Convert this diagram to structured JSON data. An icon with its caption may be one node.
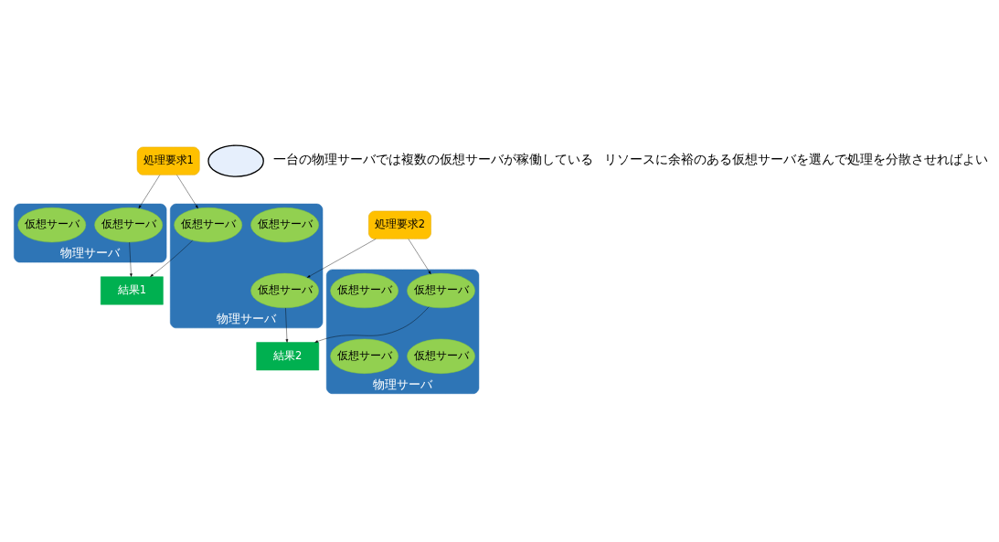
{
  "diagram": {
    "nodes": [
      {
        "text": [
          "処理要求1"
        ]
      },
      {
        "text": [
          "処理要求2"
        ]
      },
      {
        "text": [
          "物理サーバ"
        ]
      },
      {
        "text": [
          "仮想サーバ"
        ],
        "in": 2
      },
      {
        "text": [
          "仮想サーバ"
        ],
        "in": 2
      },
      {
        "text": [
          "物理サーバ"
        ]
      },
      {
        "text": [
          "仮想サーバ"
        ],
        "in": 5
      },
      {
        "text": [
          "仮想サーバ"
        ],
        "in": 5
      },
      {
        "text": [
          "仮想サーバ"
        ],
        "in": 5
      },
      {
        "text": [
          "仮想サーバ"
        ],
        "in": 5
      },
      {
        "text": [
          "物理サーバ"
        ]
      },
      {
        "text": [
          "仮想サーバ"
        ],
        "in": 10
      },
      {
        "text": [
          "仮想サーバ"
        ],
        "in": 10
      },
      {
        "text": [
          "仮想サーバ"
        ],
        "in": 10
      },
      {
        "text": [
          "結果1"
        ]
      },
      {
        "text": [
          "結果2"
        ]
      },
      {
        "text": [],
        "shape": "cloud"
      }
    ],
    "edges": [
      {
        "from": 0,
        "to": 3,
        "arrow": "to"
      },
      {
        "from": 0,
        "to": 12,
        "arrow": "to"
      },
      {
        "from": 1,
        "to": 6,
        "arrow": "to"
      },
      {
        "from": 1,
        "to": 13,
        "arrow": "to"
      },
      {
        "from": 3,
        "to": 14,
        "arrow": "to"
      },
      {
        "from": 12,
        "to": 14,
        "arrow": "to"
      },
      {
        "from": 6,
        "to": 15,
        "arrow": "to"
      },
      {
        "from": 13,
        "to": 15,
        "arrow": "to"
      }
    ],
    "labels": [
      "一台の物理サーバでは複数の仮想サーバが稼働している",
      "リソースに余裕のある仮想サーバを選んで処理を分散させればよい"
    ]
  }
}
